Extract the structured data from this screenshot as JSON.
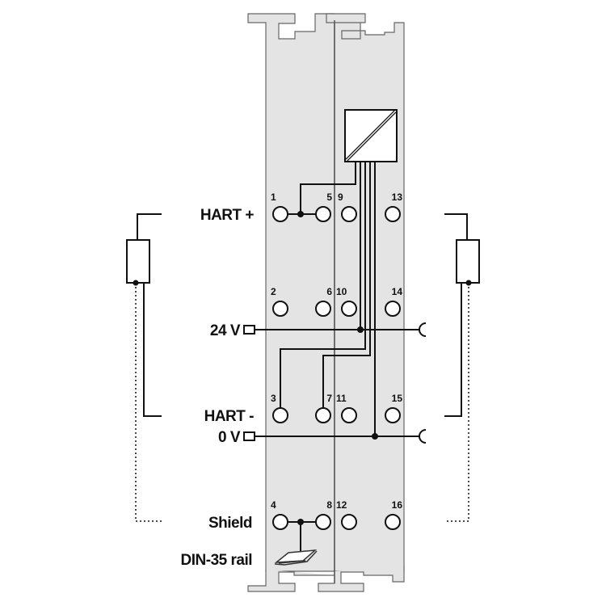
{
  "labels": {
    "hart_plus": "HART +",
    "v24": "24 V",
    "hart_minus": "HART -",
    "v0": "0 V",
    "shield": "Shield",
    "din_rail": "DIN-35 rail"
  },
  "terminals": [
    "1",
    "2",
    "3",
    "4",
    "5",
    "6",
    "7",
    "8",
    "9",
    "10",
    "11",
    "12",
    "13",
    "14",
    "15",
    "16"
  ],
  "colors": {
    "module": "#e4e4e4",
    "line": "#111111"
  }
}
